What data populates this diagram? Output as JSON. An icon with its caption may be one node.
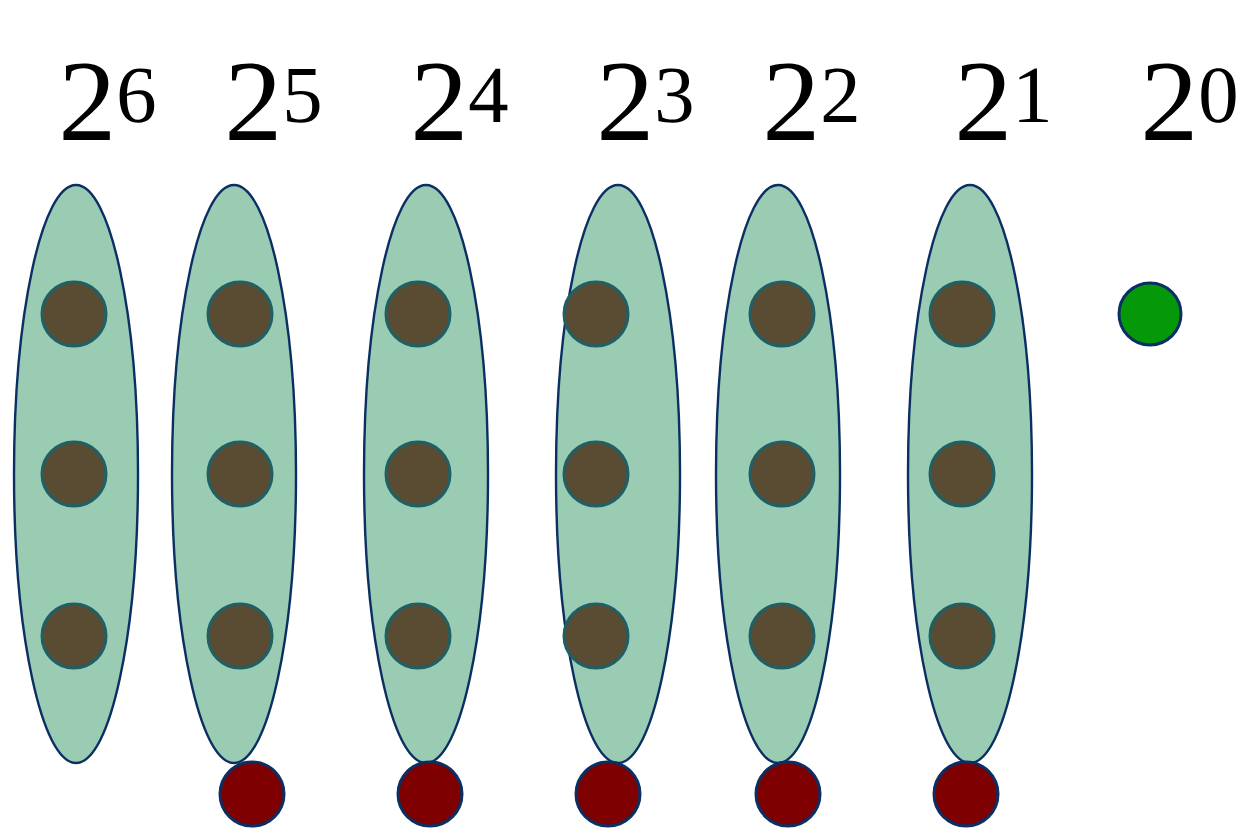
{
  "diagram": {
    "nodes": [
      {
        "text": [],
        "shape": "ellipse"
      },
      {
        "text": [],
        "shape": "circle",
        "in": 0
      },
      {
        "text": [],
        "shape": "circle",
        "in": 0
      },
      {
        "text": [],
        "shape": "circle",
        "in": 0
      },
      {
        "text": [],
        "shape": "ellipse"
      },
      {
        "text": [],
        "shape": "circle",
        "in": 4
      },
      {
        "text": [],
        "shape": "circle",
        "in": 4
      },
      {
        "text": [],
        "shape": "circle",
        "in": 4
      },
      {
        "text": [],
        "shape": "ellipse"
      },
      {
        "text": [],
        "shape": "circle",
        "in": 8
      },
      {
        "text": [],
        "shape": "circle",
        "in": 8
      },
      {
        "text": [],
        "shape": "circle",
        "in": 8
      },
      {
        "text": [],
        "shape": "ellipse"
      },
      {
        "text": [],
        "shape": "circle",
        "in": 12
      },
      {
        "text": [],
        "shape": "circle",
        "in": 12
      },
      {
        "text": [],
        "shape": "circle",
        "in": 12
      },
      {
        "text": [],
        "shape": "ellipse"
      },
      {
        "text": [],
        "shape": "circle",
        "in": 16
      },
      {
        "text": [],
        "shape": "circle",
        "in": 16
      },
      {
        "text": [],
        "shape": "circle",
        "in": 16
      },
      {
        "text": [],
        "shape": "ellipse"
      },
      {
        "text": [],
        "shape": "circle",
        "in": 20
      },
      {
        "text": [],
        "shape": "circle",
        "in": 20
      },
      {
        "text": [],
        "shape": "circle",
        "in": 20
      },
      {
        "text": [],
        "shape": "circle"
      },
      {
        "text": [],
        "shape": "circle"
      },
      {
        "text": [],
        "shape": "circle"
      },
      {
        "text": [],
        "shape": "circle"
      },
      {
        "text": [],
        "shape": "circle"
      },
      {
        "text": [],
        "shape": "circle"
      }
    ],
    "labels": [
      "2$^{6}$",
      "2$^{5}$",
      "2$^{4}$",
      "2$^{3}$",
      "2$^{2}$",
      "2$^{1}$",
      "2$^{0}$"
    ]
  }
}
